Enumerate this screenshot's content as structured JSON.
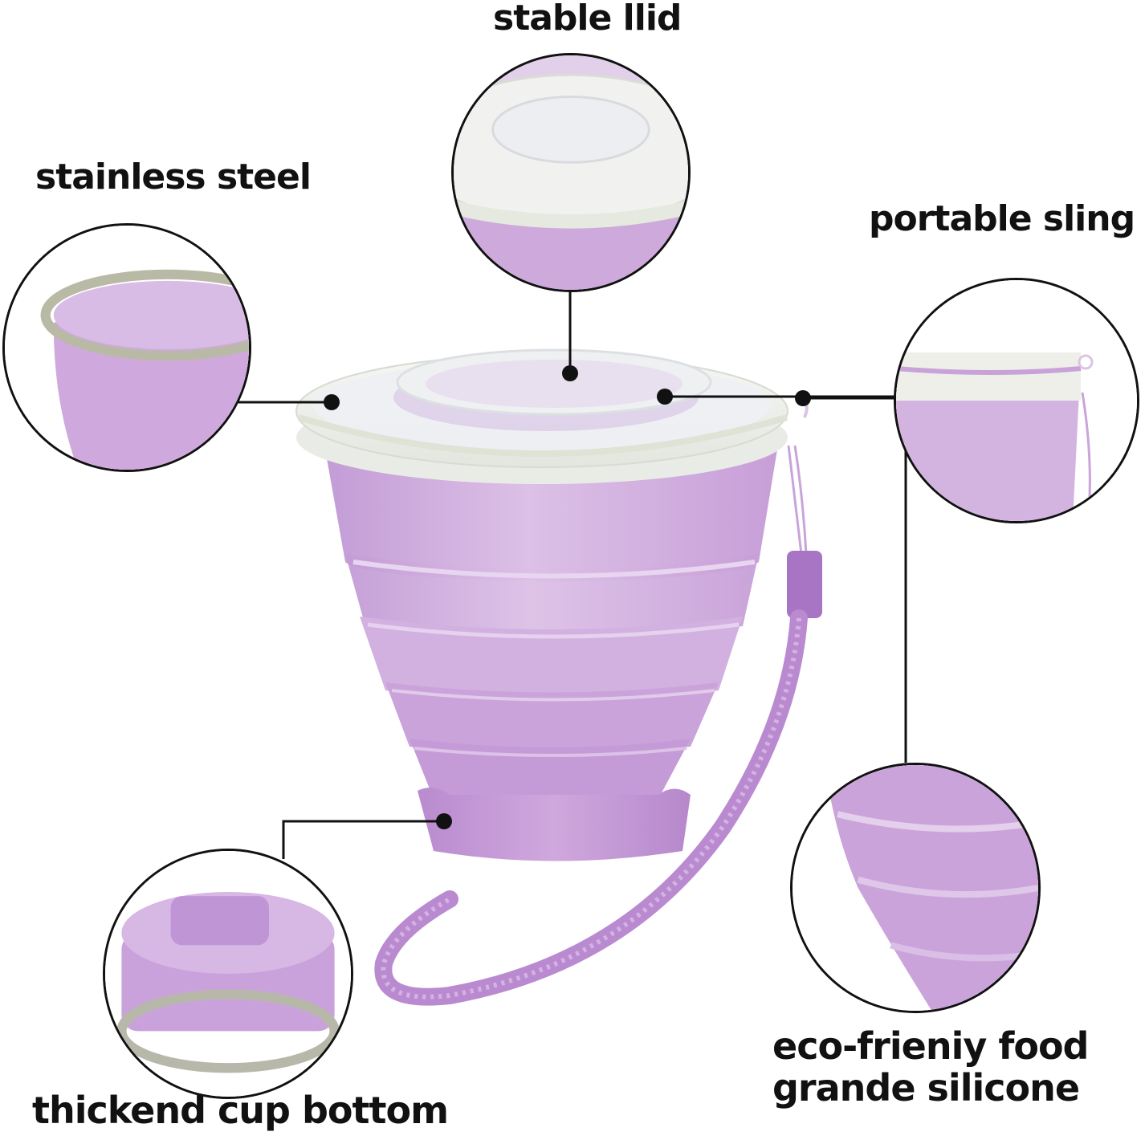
{
  "infographic": {
    "subject": "collapsible silicone travel cup with lid and wrist strap",
    "colors": {
      "silicone_purple": "#c9a6d9",
      "silicone_purple_dark": "#b283c9",
      "strap_purple": "#b98ad0",
      "lid_clear": "#eef0ee",
      "steel_ring": "#b8b9a8",
      "callout_black": "#111111",
      "background": "#ffffff"
    },
    "callouts": [
      {
        "id": "lid",
        "label": "stable llid"
      },
      {
        "id": "steel",
        "label": "stainless steel"
      },
      {
        "id": "sling",
        "label": "portable sling"
      },
      {
        "id": "food",
        "label_lines": [
          "eco-frieniy food",
          "grande silicone"
        ]
      },
      {
        "id": "bottom",
        "label": "thickend cup bottom"
      }
    ]
  }
}
